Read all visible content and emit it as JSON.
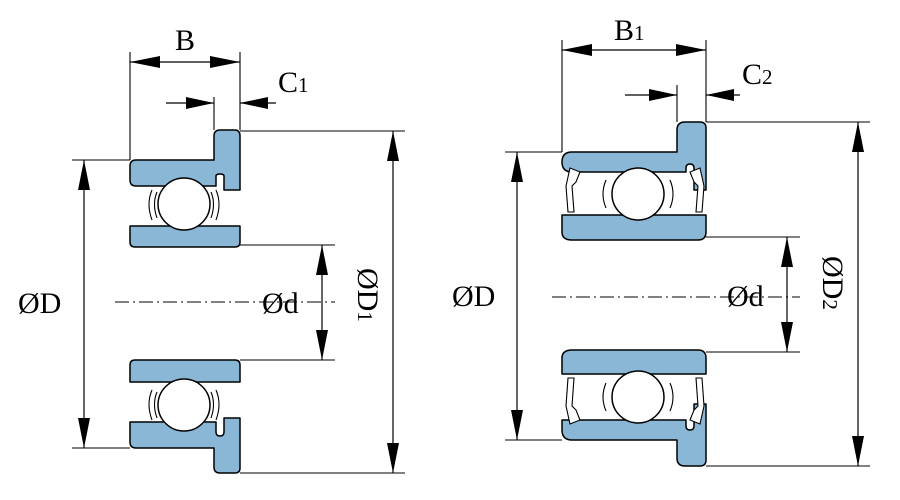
{
  "left_view": {
    "width_label": "B",
    "flange_label": {
      "main": "C",
      "sub": "1"
    },
    "outer_dia_label": "ØD",
    "bore_label": "Ød",
    "flange_dia_label": {
      "main": "ØD",
      "sub": "1"
    }
  },
  "right_view": {
    "width_label": {
      "main": "B",
      "sub": "1"
    },
    "flange_label": {
      "main": "C",
      "sub": "2"
    },
    "outer_dia_label": "ØD",
    "bore_label": "Ød",
    "flange_dia_label": {
      "main": "ØD",
      "sub": "2"
    }
  },
  "colors": {
    "ring_fill": "#8ab7d6",
    "line": "#000000",
    "background": "#ffffff"
  }
}
